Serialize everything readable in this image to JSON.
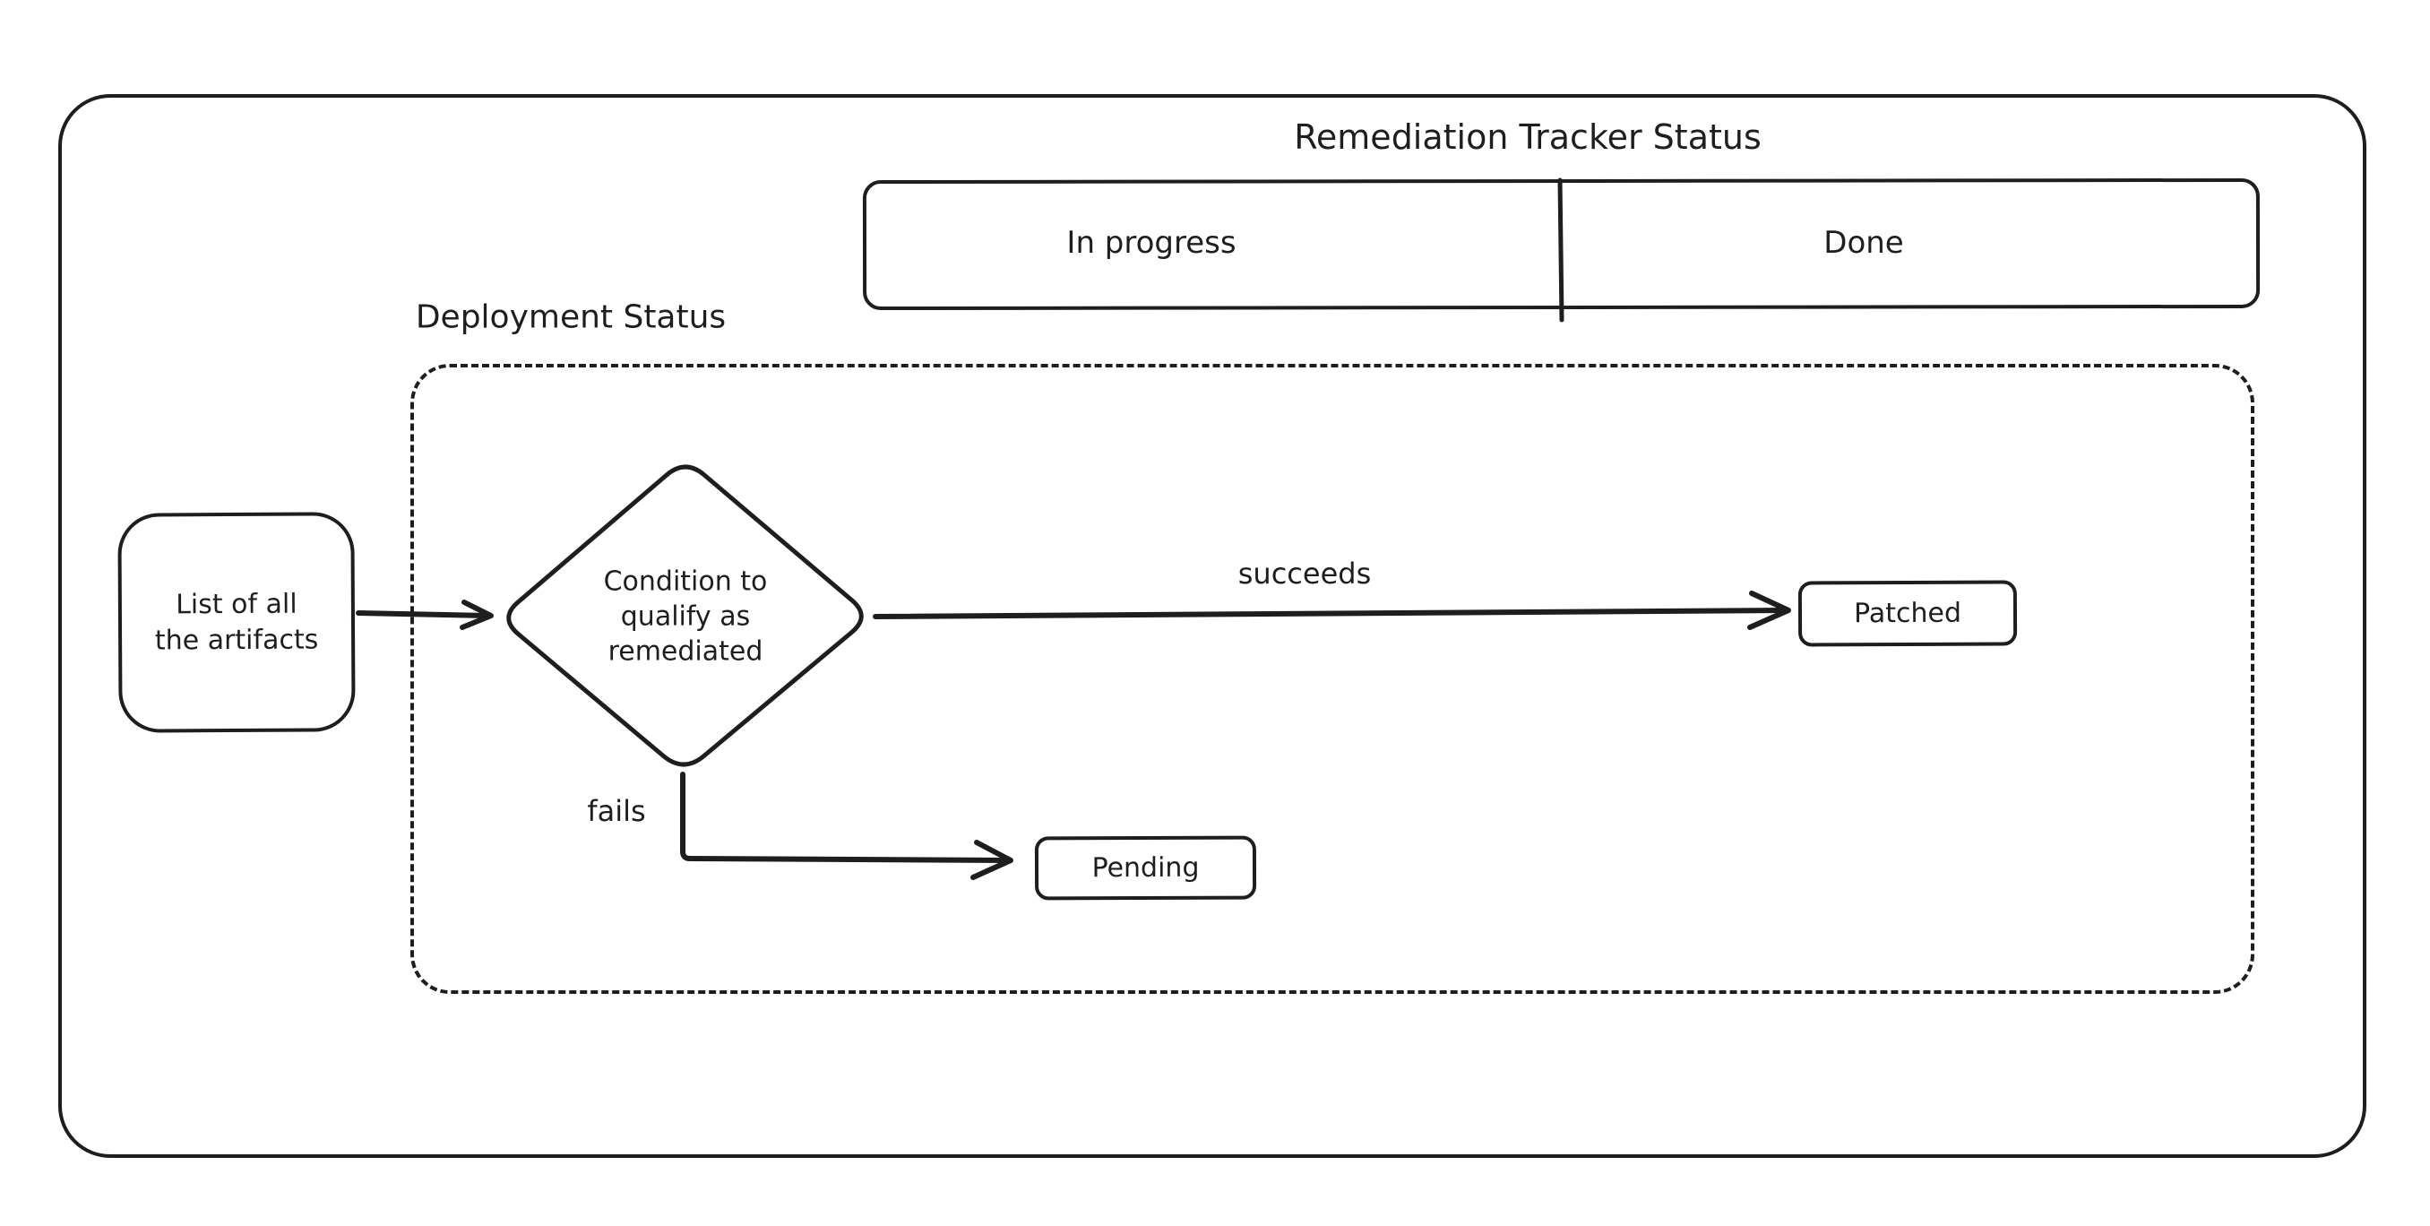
{
  "diagram": {
    "background": "#ffffff",
    "stroke_color": "#1e1e1e",
    "title": "Remediation Tracker Status",
    "tracker_bar": {
      "cells": [
        {
          "label": "In progress"
        },
        {
          "label": "Done"
        }
      ]
    },
    "deployment_group": {
      "label": "Deployment Status"
    },
    "nodes": {
      "artifacts": {
        "label": "List of all\nthe artifacts",
        "shape": "rounded-rectangle"
      },
      "condition": {
        "label": "Condition to\nqualify as\nremediated",
        "shape": "diamond"
      },
      "patched": {
        "label": "Patched",
        "shape": "rounded-rectangle"
      },
      "pending": {
        "label": "Pending",
        "shape": "rounded-rectangle"
      }
    },
    "edge_labels": {
      "succeeds": "succeeds",
      "fails": "fails"
    }
  }
}
